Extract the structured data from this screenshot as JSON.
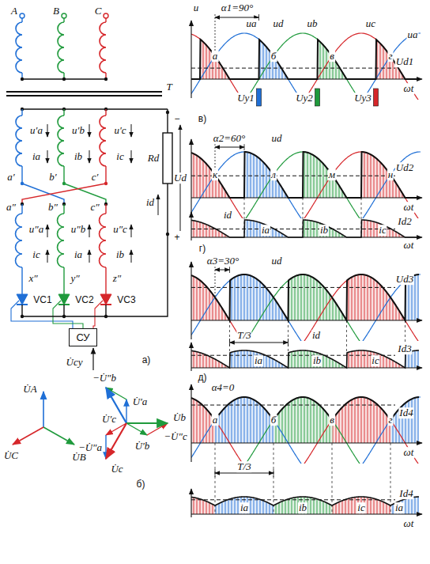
{
  "diagram": {
    "nodes": [
      {
        "text": [
          "СУ"
        ]
      }
    ],
    "labels": [
      "A",
      "B",
      "C",
      "T",
      "u′a",
      "ia",
      "u′b",
      "ib",
      "u′c",
      "ic",
      "a′",
      "b′",
      "c′",
      "a″",
      "b″",
      "c″",
      "u″a",
      "ic",
      "u″b",
      "ia",
      "u″c",
      "ib",
      "x″",
      "y″",
      "z″",
      "VC1",
      "VC2",
      "VC3",
      "Rd",
      "id",
      "Ud",
      "−",
      "+",
      "U̇су",
      "а)",
      "U̇A",
      "U̇B",
      "U̇C",
      "−U̇″b",
      "U̇′a",
      "U̇b",
      "−U̇″c",
      "U̇′b",
      "U̇′c",
      "−U̇″a",
      "U̇c",
      "б)",
      "u",
      "α1=90°",
      "ua",
      "ud",
      "ub",
      "uc",
      "ua",
      "а",
      "б",
      "в",
      "г",
      "Ud1",
      "ωt",
      "Uу1",
      "Uу2",
      "Uу3",
      "в)",
      "α2=60°",
      "ud",
      "к",
      "л",
      "м",
      "н",
      "Ud2",
      "ωt",
      "id",
      "ia",
      "ib",
      "ic",
      "Id2",
      "ωt",
      "г)",
      "α3=30°",
      "ud",
      "Ud3",
      "T/3",
      "id",
      "ia",
      "ib",
      "ic",
      "Id3",
      "д)",
      "α4=0",
      "а",
      "б",
      "в",
      "г",
      "Id4",
      "ωt",
      "T/3",
      "ia",
      "ib",
      "ic",
      "ia",
      "Id4",
      "ωt"
    ]
  }
}
